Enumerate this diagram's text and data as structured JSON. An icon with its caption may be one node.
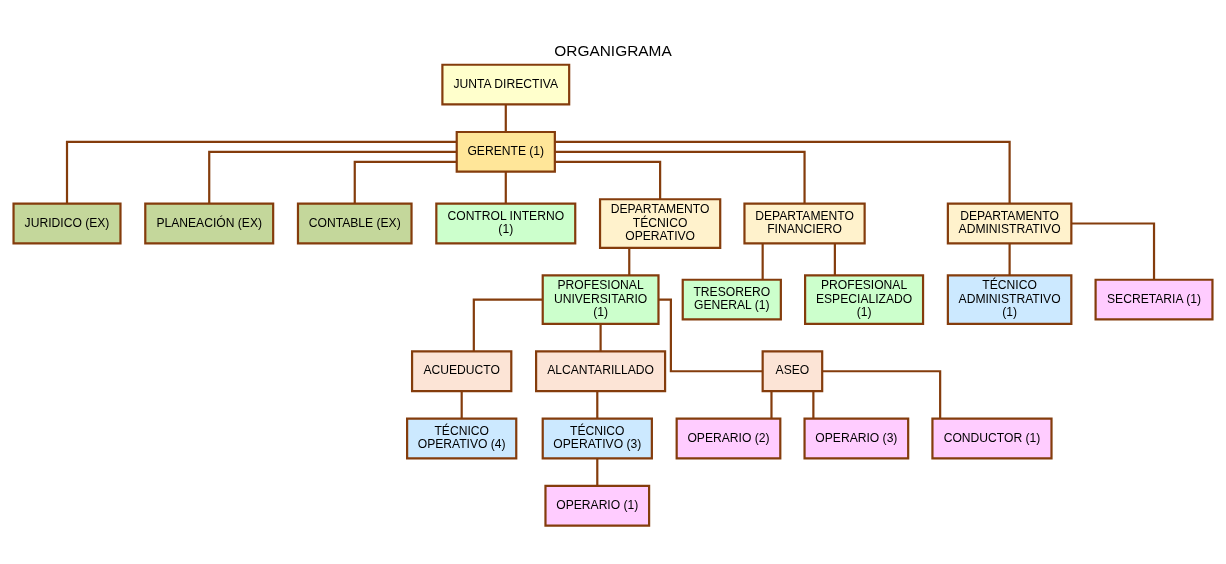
{
  "diagram": {
    "title": "ORGANIGRAMA",
    "nodes": [
      {
        "text": [
          "JUNTA DIRECTIVA"
        ]
      },
      {
        "text": [
          "GERENTE (1)"
        ]
      },
      {
        "text": [
          "JURIDICO (EX)"
        ]
      },
      {
        "text": [
          "PLANEACIÓN (EX)"
        ]
      },
      {
        "text": [
          "CONTABLE (EX)"
        ]
      },
      {
        "text": [
          "CONTROL INTERNO (1)"
        ]
      },
      {
        "text": [
          "DEPARTAMENTO TÉCNICO OPERATIVO"
        ]
      },
      {
        "text": [
          "DEPARTAMENTO FINANCIERO"
        ]
      },
      {
        "text": [
          "DEPARTAMENTO ADMINISTRATIVO"
        ]
      },
      {
        "text": [
          "PROFESIONAL UNIVERSITARIO (1)"
        ]
      },
      {
        "text": [
          "TRESORERO GENERAL (1)"
        ]
      },
      {
        "text": [
          "PROFESIONAL ESPECIALIZADO (1)"
        ]
      },
      {
        "text": [
          "ACUEDUCTO"
        ]
      },
      {
        "text": [
          "ALCANTARILLADO"
        ]
      },
      {
        "text": [
          "ASEO"
        ]
      },
      {
        "text": [
          "TÉCNICO ADMINISTRATIVO (1)"
        ]
      },
      {
        "text": [
          "TÉCNICO OPERATIVO (4)"
        ]
      },
      {
        "text": [
          "TÉCNICO OPERATIVO (3)"
        ]
      },
      {
        "text": [
          "SECRETARIA (1)"
        ]
      },
      {
        "text": [
          "OPERARIO (1)"
        ]
      },
      {
        "text": [
          "OPERARIO (2)"
        ]
      },
      {
        "text": [
          "OPERARIO (3)"
        ]
      },
      {
        "text": [
          "CONDUCTOR (1)"
        ]
      }
    ],
    "edges": [
      {
        "from": 0,
        "to": 1,
        "arrow": "none"
      },
      {
        "from": 1,
        "to": 2,
        "arrow": "none"
      },
      {
        "from": 1,
        "to": 3,
        "arrow": "none"
      },
      {
        "from": 1,
        "to": 4,
        "arrow": "none"
      },
      {
        "from": 1,
        "to": 5,
        "arrow": "none"
      },
      {
        "from": 1,
        "to": 6,
        "arrow": "none"
      },
      {
        "from": 1,
        "to": 7,
        "arrow": "none"
      },
      {
        "from": 1,
        "to": 8,
        "arrow": "none"
      },
      {
        "from": 6,
        "to": 9,
        "arrow": "none"
      },
      {
        "from": 7,
        "to": 10,
        "arrow": "none"
      },
      {
        "from": 7,
        "to": 11,
        "arrow": "none"
      },
      {
        "from": 8,
        "to": 15,
        "arrow": "none"
      },
      {
        "from": 8,
        "to": 18,
        "arrow": "none"
      },
      {
        "from": 9,
        "to": 12,
        "arrow": "none"
      },
      {
        "from": 9,
        "to": 13,
        "arrow": "none"
      },
      {
        "from": 9,
        "to": 14,
        "arrow": "none"
      },
      {
        "from": 12,
        "to": 16,
        "arrow": "none"
      },
      {
        "from": 13,
        "to": 17,
        "arrow": "none"
      },
      {
        "from": 17,
        "to": 19,
        "arrow": "none"
      },
      {
        "from": 14,
        "to": 20,
        "arrow": "none"
      },
      {
        "from": 14,
        "to": 21,
        "arrow": "none"
      },
      {
        "from": 14,
        "to": 22,
        "arrow": "none"
      }
    ]
  }
}
